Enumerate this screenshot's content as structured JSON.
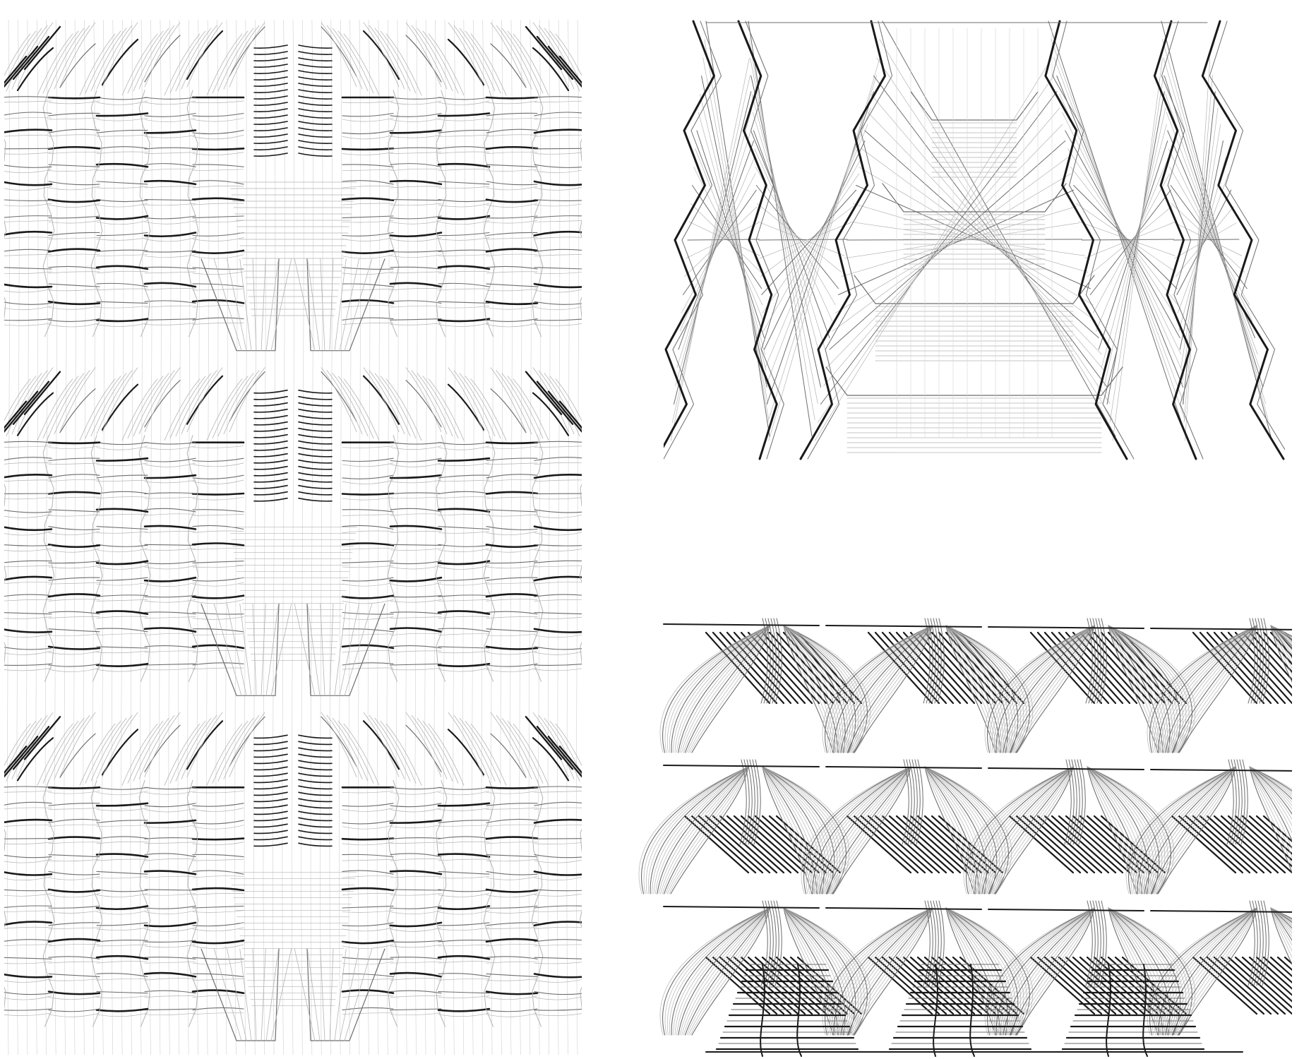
{
  "figure": {
    "background": "#ffffff",
    "colors": {
      "bold_stroke": "#1a1a1a",
      "mid_stroke": "#6e6e6e",
      "fine_stroke": "#b4b4b4",
      "faint_stroke": "#d6d6d6"
    },
    "panels": [
      {
        "id": "left",
        "description_name": "folded-surface-flat-pattern",
        "repeat_bands": 3,
        "columns_per_side": 5,
        "ridges_per_column": 14
      },
      {
        "id": "top-right",
        "description_name": "folded-surface-perspective-view",
        "vertical_ridges": 6,
        "tiers": 4
      },
      {
        "id": "bottom-right",
        "description_name": "pleated-surface-perspective-view",
        "flares_per_row": 4,
        "rows": 3
      }
    ]
  }
}
